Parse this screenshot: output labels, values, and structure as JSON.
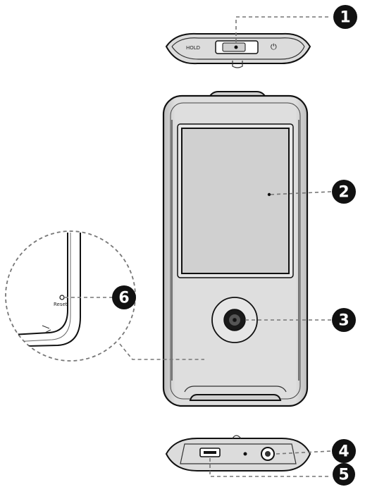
{
  "callouts": [
    {
      "id": "1",
      "label": "1"
    },
    {
      "id": "2",
      "label": "2"
    },
    {
      "id": "3",
      "label": "3"
    },
    {
      "id": "4",
      "label": "4"
    },
    {
      "id": "5",
      "label": "5"
    },
    {
      "id": "6",
      "label": "6"
    }
  ],
  "top_view": {
    "hold_label": "HOLD",
    "power_symbol": "⏻"
  },
  "inset": {
    "reset_label": "Reset"
  },
  "colors": {
    "outline": "#111111",
    "body_fill": "#d9d9d9",
    "screen_fill": "#d0d0d0",
    "badge": "#111111",
    "leader": "#777777"
  }
}
